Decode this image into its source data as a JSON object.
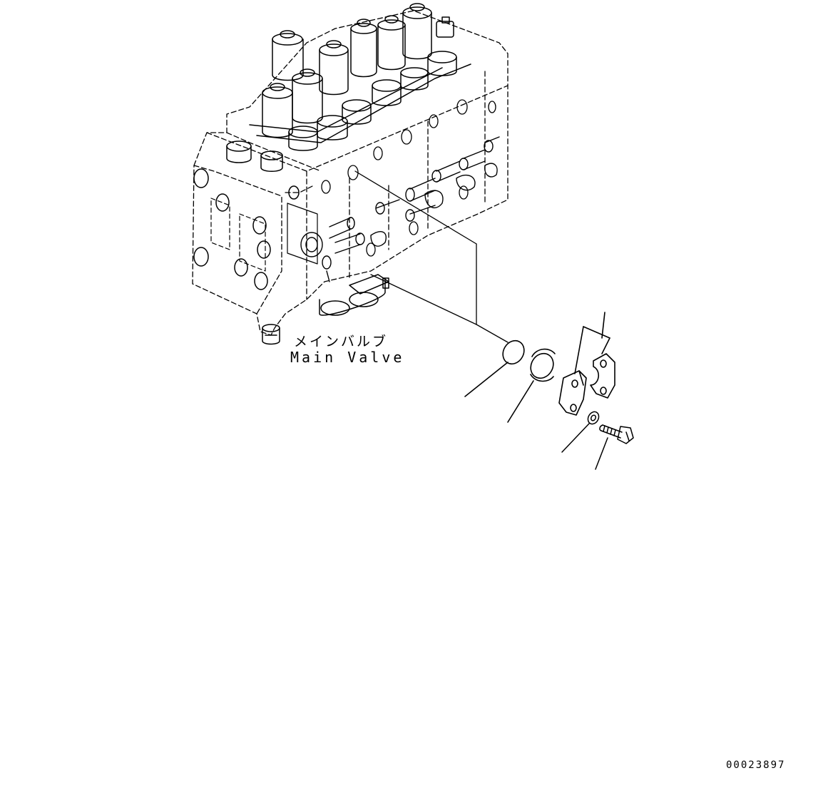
{
  "diagram": {
    "part_label_jp": "メインバルブ",
    "part_label_en": "Main Valve",
    "document_code": "00023897"
  },
  "colors": {
    "line": "#000000",
    "background": "#ffffff"
  },
  "icons": {
    "main_valve": "main-valve-assembly-illustration",
    "o_ring": "o-ring-icon",
    "plug": "plug-icon",
    "split_flange": "split-flange-icon",
    "washer": "washer-icon",
    "bolt": "bolt-icon"
  }
}
